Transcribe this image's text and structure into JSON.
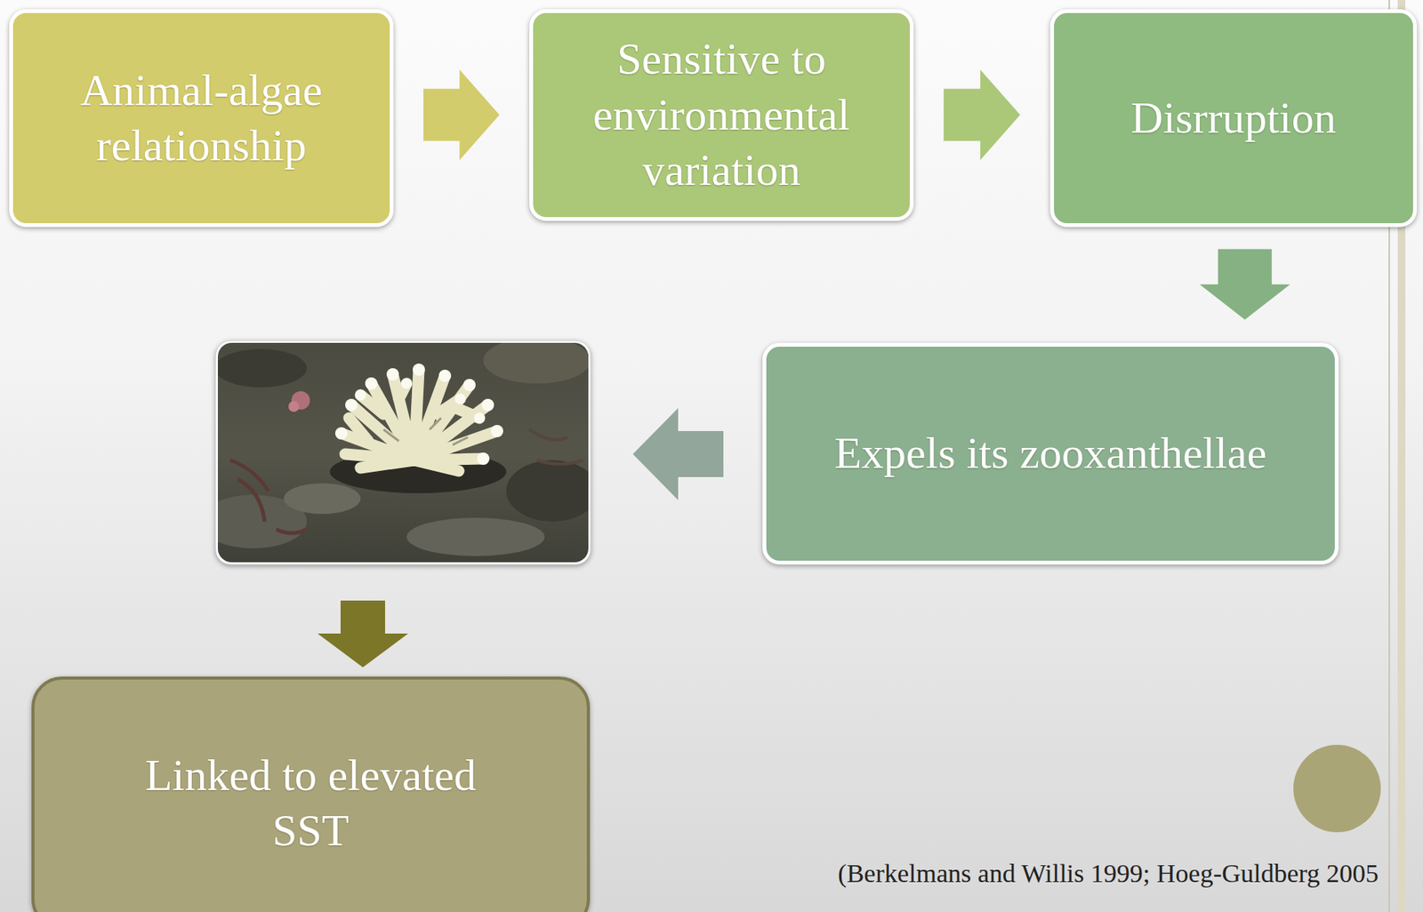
{
  "diagram": {
    "nodes": [
      {
        "text": [
          "Animal-algae relationship"
        ]
      },
      {
        "text": [
          "Sensitive to environmental variation"
        ]
      },
      {
        "text": [
          "Disrruption"
        ]
      },
      {
        "text": [
          "Expels its zooxanthellae"
        ]
      },
      {
        "text": [
          "Linked to elevated SST"
        ]
      }
    ],
    "edges": [
      {
        "from": 0,
        "to": 1,
        "arrow": "to"
      },
      {
        "from": 1,
        "to": 2,
        "arrow": "to"
      },
      {
        "from": 2,
        "to": 3,
        "arrow": "to"
      }
    ],
    "labels": [
      "(Berkelmans and Willis 1999; Hoeg-Guldberg 2005"
    ]
  }
}
